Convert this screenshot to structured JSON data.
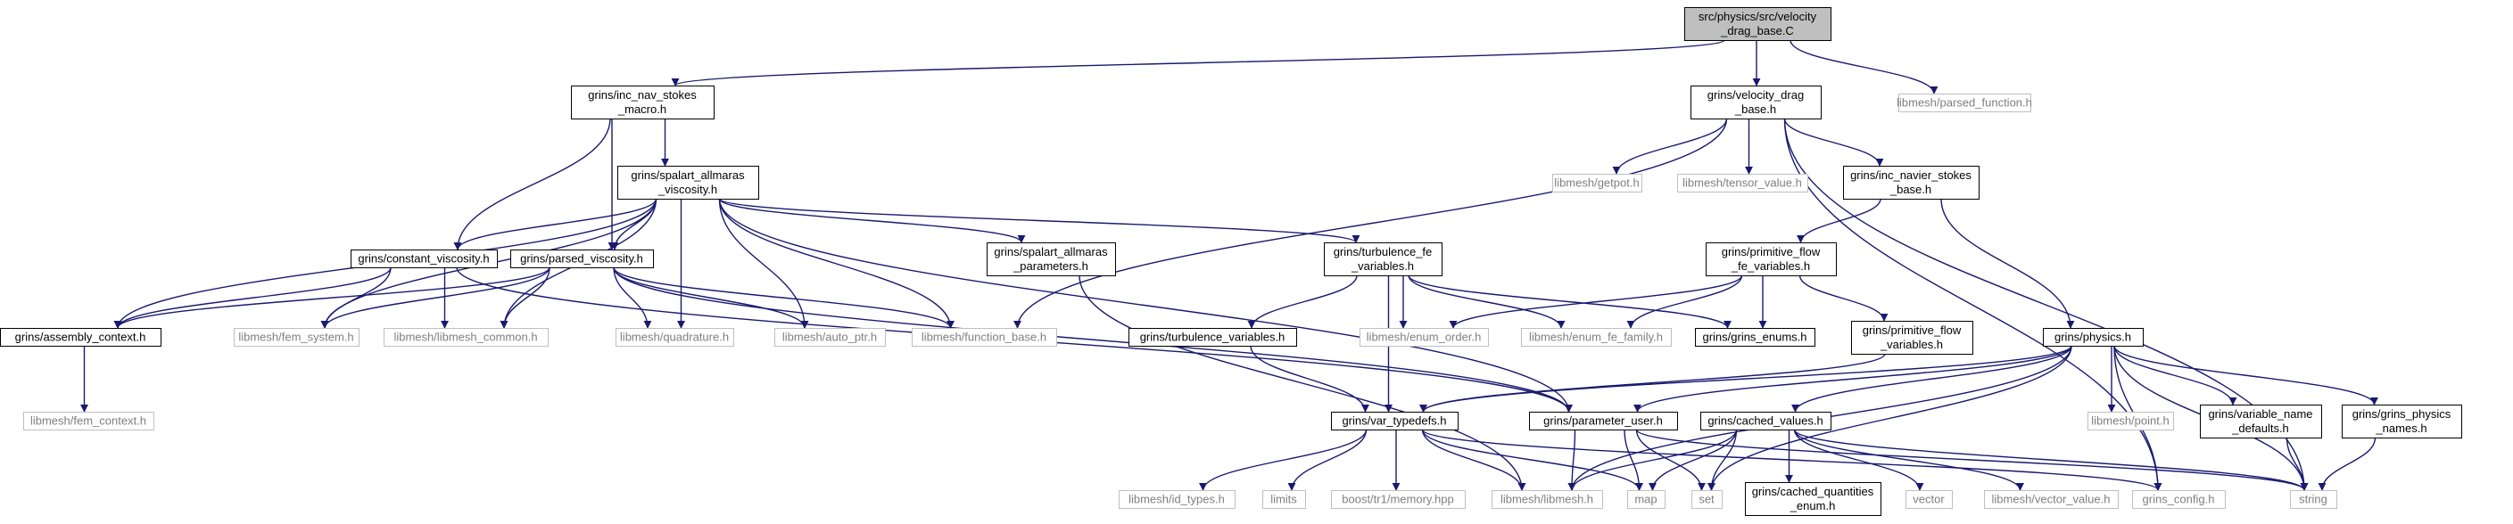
{
  "graph": {
    "colors": {
      "edge": "#191970",
      "root_fill": "#bfbfbf",
      "node_border": "#000000",
      "external_border": "#bfbfbf",
      "external_text": "#7f7f7f",
      "text": "#000000"
    },
    "nodes": [
      {
        "id": "root",
        "lines": [
          "src/physics/src/velocity",
          "_drag_base.C"
        ],
        "kind": "root"
      },
      {
        "id": "inc_nav_macro",
        "lines": [
          "grins/inc_nav_stokes",
          "_macro.h"
        ],
        "kind": "internal"
      },
      {
        "id": "velocity_drag",
        "lines": [
          "grins/velocity_drag",
          "_base.h"
        ],
        "kind": "internal"
      },
      {
        "id": "parsed_function",
        "lines": [
          "libmesh/parsed_function.h"
        ],
        "kind": "external"
      },
      {
        "id": "spalart_visc",
        "lines": [
          "grins/spalart_allmaras",
          "_viscosity.h"
        ],
        "kind": "internal"
      },
      {
        "id": "getpot",
        "lines": [
          "libmesh/getpot.h"
        ],
        "kind": "external"
      },
      {
        "id": "tensor_value",
        "lines": [
          "libmesh/tensor_value.h"
        ],
        "kind": "external"
      },
      {
        "id": "inc_navier_base",
        "lines": [
          "grins/inc_navier_stokes",
          "_base.h"
        ],
        "kind": "internal"
      },
      {
        "id": "constant_visc",
        "lines": [
          "grins/constant_viscosity.h"
        ],
        "kind": "internal"
      },
      {
        "id": "parsed_visc",
        "lines": [
          "grins/parsed_viscosity.h"
        ],
        "kind": "internal"
      },
      {
        "id": "spalart_params",
        "lines": [
          "grins/spalart_allmaras",
          "_parameters.h"
        ],
        "kind": "internal"
      },
      {
        "id": "turb_fe_vars",
        "lines": [
          "grins/turbulence_fe",
          "_variables.h"
        ],
        "kind": "internal"
      },
      {
        "id": "prim_flow_fe",
        "lines": [
          "grins/primitive_flow",
          "_fe_variables.h"
        ],
        "kind": "internal"
      },
      {
        "id": "assembly_ctx",
        "lines": [
          "grins/assembly_context.h"
        ],
        "kind": "internal"
      },
      {
        "id": "fem_system",
        "lines": [
          "libmesh/fem_system.h"
        ],
        "kind": "external"
      },
      {
        "id": "libmesh_common",
        "lines": [
          "libmesh/libmesh_common.h"
        ],
        "kind": "external"
      },
      {
        "id": "quadrature",
        "lines": [
          "libmesh/quadrature.h"
        ],
        "kind": "external"
      },
      {
        "id": "auto_ptr",
        "lines": [
          "libmesh/auto_ptr.h"
        ],
        "kind": "external"
      },
      {
        "id": "function_base",
        "lines": [
          "libmesh/function_base.h"
        ],
        "kind": "external"
      },
      {
        "id": "enum_order",
        "lines": [
          "libmesh/enum_order.h"
        ],
        "kind": "external"
      },
      {
        "id": "enum_fe_family",
        "lines": [
          "libmesh/enum_fe_family.h"
        ],
        "kind": "external"
      },
      {
        "id": "grins_enums",
        "lines": [
          "grins/grins_enums.h"
        ],
        "kind": "internal"
      },
      {
        "id": "turb_vars",
        "lines": [
          "grins/turbulence_variables.h"
        ],
        "kind": "internal"
      },
      {
        "id": "prim_flow_vars",
        "lines": [
          "grins/primitive_flow",
          "_variables.h"
        ],
        "kind": "internal"
      },
      {
        "id": "physics",
        "lines": [
          "grins/physics.h"
        ],
        "kind": "internal"
      },
      {
        "id": "fem_context",
        "lines": [
          "libmesh/fem_context.h"
        ],
        "kind": "external"
      },
      {
        "id": "var_typedefs",
        "lines": [
          "grins/var_typedefs.h"
        ],
        "kind": "internal"
      },
      {
        "id": "parameter_user",
        "lines": [
          "grins/parameter_user.h"
        ],
        "kind": "internal"
      },
      {
        "id": "cached_values",
        "lines": [
          "grins/cached_values.h"
        ],
        "kind": "internal"
      },
      {
        "id": "point",
        "lines": [
          "libmesh/point.h"
        ],
        "kind": "external"
      },
      {
        "id": "var_name_defaults",
        "lines": [
          "grins/variable_name",
          "_defaults.h"
        ],
        "kind": "internal"
      },
      {
        "id": "physics_names",
        "lines": [
          "grins/grins_physics",
          "_names.h"
        ],
        "kind": "internal"
      },
      {
        "id": "id_types",
        "lines": [
          "libmesh/id_types.h"
        ],
        "kind": "external"
      },
      {
        "id": "limits",
        "lines": [
          "limits"
        ],
        "kind": "external"
      },
      {
        "id": "memory_hpp",
        "lines": [
          "boost/tr1/memory.hpp"
        ],
        "kind": "external"
      },
      {
        "id": "libmesh_h",
        "lines": [
          "libmesh/libmesh.h"
        ],
        "kind": "external"
      },
      {
        "id": "map",
        "lines": [
          "map"
        ],
        "kind": "external"
      },
      {
        "id": "set",
        "lines": [
          "set"
        ],
        "kind": "external"
      },
      {
        "id": "cached_qty_enum",
        "lines": [
          "grins/cached_quantities",
          "_enum.h"
        ],
        "kind": "internal"
      },
      {
        "id": "vector",
        "lines": [
          "vector"
        ],
        "kind": "external"
      },
      {
        "id": "vector_value",
        "lines": [
          "libmesh/vector_value.h"
        ],
        "kind": "external"
      },
      {
        "id": "grins_config",
        "lines": [
          "grins_config.h"
        ],
        "kind": "external"
      },
      {
        "id": "string",
        "lines": [
          "string"
        ],
        "kind": "external"
      }
    ],
    "edges": [
      [
        "root",
        "inc_nav_macro"
      ],
      [
        "root",
        "velocity_drag"
      ],
      [
        "root",
        "parsed_function"
      ],
      [
        "inc_nav_macro",
        "spalart_visc"
      ],
      [
        "inc_nav_macro",
        "constant_visc"
      ],
      [
        "inc_nav_macro",
        "parsed_visc"
      ],
      [
        "velocity_drag",
        "getpot"
      ],
      [
        "velocity_drag",
        "tensor_value"
      ],
      [
        "velocity_drag",
        "inc_navier_base"
      ],
      [
        "velocity_drag",
        "function_base"
      ],
      [
        "velocity_drag",
        "string"
      ],
      [
        "velocity_drag",
        "grins_config"
      ],
      [
        "spalart_visc",
        "constant_visc"
      ],
      [
        "spalart_visc",
        "parsed_visc"
      ],
      [
        "spalart_visc",
        "spalart_params"
      ],
      [
        "spalart_visc",
        "turb_fe_vars"
      ],
      [
        "spalart_visc",
        "assembly_ctx"
      ],
      [
        "spalart_visc",
        "fem_system"
      ],
      [
        "spalart_visc",
        "libmesh_common"
      ],
      [
        "spalart_visc",
        "quadrature"
      ],
      [
        "spalart_visc",
        "auto_ptr"
      ],
      [
        "spalart_visc",
        "function_base"
      ],
      [
        "spalart_visc",
        "parameter_user"
      ],
      [
        "constant_visc",
        "assembly_ctx"
      ],
      [
        "constant_visc",
        "fem_system"
      ],
      [
        "constant_visc",
        "libmesh_common"
      ],
      [
        "constant_visc",
        "parameter_user"
      ],
      [
        "parsed_visc",
        "assembly_ctx"
      ],
      [
        "parsed_visc",
        "fem_system"
      ],
      [
        "parsed_visc",
        "libmesh_common"
      ],
      [
        "parsed_visc",
        "quadrature"
      ],
      [
        "parsed_visc",
        "auto_ptr"
      ],
      [
        "parsed_visc",
        "function_base"
      ],
      [
        "parsed_visc",
        "parameter_user"
      ],
      [
        "spalart_params",
        "libmesh_h"
      ],
      [
        "turb_fe_vars",
        "turb_vars"
      ],
      [
        "turb_fe_vars",
        "enum_order"
      ],
      [
        "turb_fe_vars",
        "enum_fe_family"
      ],
      [
        "turb_fe_vars",
        "grins_enums"
      ],
      [
        "turb_fe_vars",
        "var_typedefs"
      ],
      [
        "inc_navier_base",
        "prim_flow_fe"
      ],
      [
        "inc_navier_base",
        "physics"
      ],
      [
        "prim_flow_fe",
        "enum_order"
      ],
      [
        "prim_flow_fe",
        "enum_fe_family"
      ],
      [
        "prim_flow_fe",
        "grins_enums"
      ],
      [
        "prim_flow_fe",
        "prim_flow_vars"
      ],
      [
        "assembly_ctx",
        "fem_context"
      ],
      [
        "turb_vars",
        "var_typedefs"
      ],
      [
        "prim_flow_vars",
        "var_typedefs"
      ],
      [
        "physics",
        "var_typedefs"
      ],
      [
        "physics",
        "parameter_user"
      ],
      [
        "physics",
        "cached_values"
      ],
      [
        "physics",
        "point"
      ],
      [
        "physics",
        "var_name_defaults"
      ],
      [
        "physics",
        "physics_names"
      ],
      [
        "physics",
        "libmesh_h"
      ],
      [
        "physics",
        "set"
      ],
      [
        "physics",
        "string"
      ],
      [
        "physics",
        "grins_config"
      ],
      [
        "var_typedefs",
        "id_types"
      ],
      [
        "var_typedefs",
        "limits"
      ],
      [
        "var_typedefs",
        "memory_hpp"
      ],
      [
        "var_typedefs",
        "libmesh_h"
      ],
      [
        "var_typedefs",
        "map"
      ],
      [
        "var_typedefs",
        "grins_config"
      ],
      [
        "parameter_user",
        "libmesh_h"
      ],
      [
        "parameter_user",
        "map"
      ],
      [
        "parameter_user",
        "set"
      ],
      [
        "parameter_user",
        "string"
      ],
      [
        "cached_values",
        "libmesh_h"
      ],
      [
        "cached_values",
        "map"
      ],
      [
        "cached_values",
        "set"
      ],
      [
        "cached_values",
        "cached_qty_enum"
      ],
      [
        "cached_values",
        "vector"
      ],
      [
        "cached_values",
        "vector_value"
      ],
      [
        "cached_values",
        "string"
      ],
      [
        "var_name_defaults",
        "string"
      ],
      [
        "physics_names",
        "string"
      ]
    ]
  }
}
